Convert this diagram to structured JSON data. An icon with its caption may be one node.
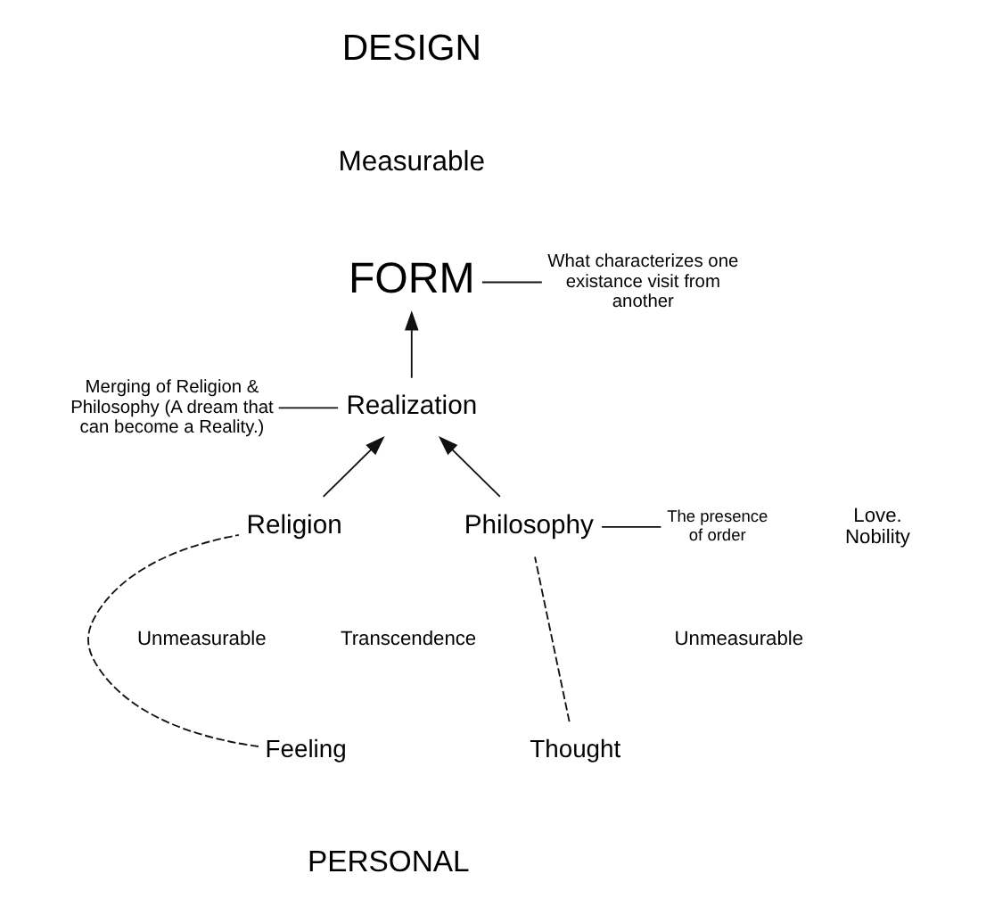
{
  "diagram": {
    "nodes": [
      {
        "text": [
          "FORM"
        ]
      },
      {
        "text": [
          "What characterizes one existance visit from another"
        ]
      },
      {
        "text": [
          "Realization"
        ]
      },
      {
        "text": [
          "Merging of Religion & Philosophy (A dream that can become a Reality.)"
        ]
      },
      {
        "text": [
          "Religion"
        ]
      },
      {
        "text": [
          "Philosophy"
        ]
      },
      {
        "text": [
          "The presence of order"
        ]
      },
      {
        "text": [
          "Feeling"
        ]
      },
      {
        "text": [
          "Thought"
        ]
      }
    ],
    "edges": [
      {
        "from": 2,
        "to": 0,
        "arrow": "to"
      },
      {
        "from": 0,
        "to": 1,
        "arrow": "none"
      },
      {
        "from": 3,
        "to": 2,
        "arrow": "none"
      },
      {
        "from": 4,
        "to": 2,
        "arrow": "to"
      },
      {
        "from": 5,
        "to": 2,
        "arrow": "to"
      },
      {
        "from": 5,
        "to": 6,
        "arrow": "none"
      },
      {
        "from": 7,
        "to": 4,
        "arrow": "none",
        "style": "dashed"
      },
      {
        "from": 8,
        "to": 5,
        "arrow": "none",
        "style": "dashed"
      }
    ],
    "labels": [
      "DESIGN",
      "Measurable",
      "Love. Nobility",
      "Unmeasurable",
      "Transcendence",
      "Unmeasurable",
      "PERSONAL"
    ]
  }
}
